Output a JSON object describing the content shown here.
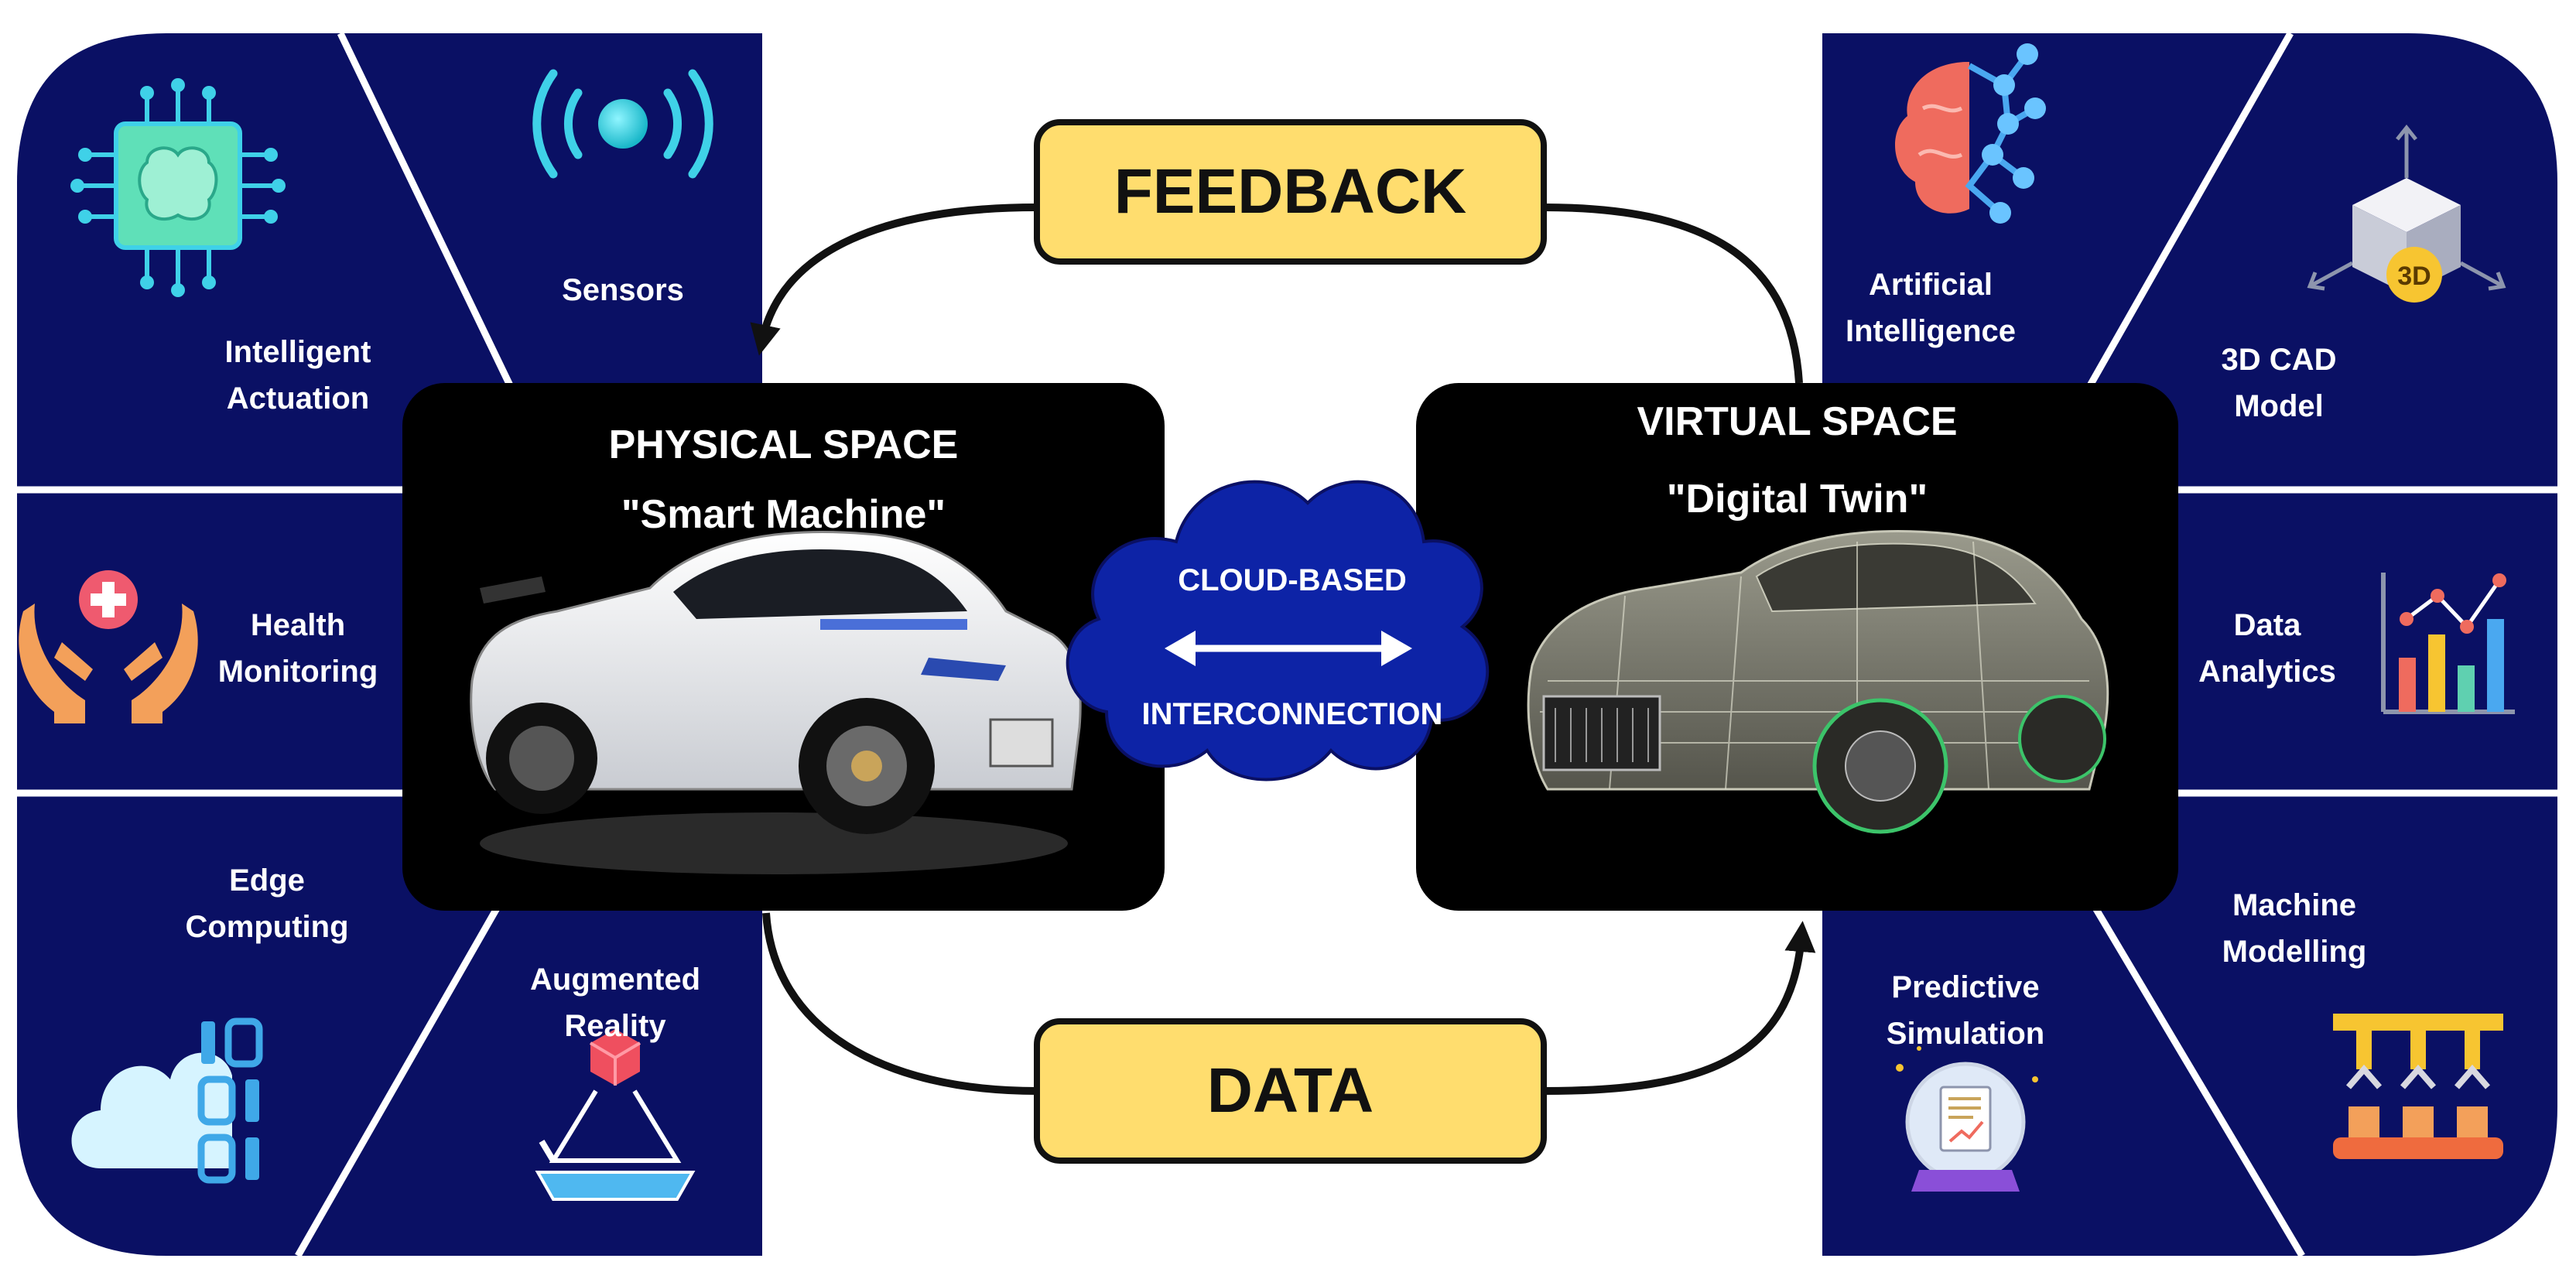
{
  "left_panel": {
    "items": [
      {
        "id": "intelligent-actuation",
        "label_line1": "Intelligent",
        "label_line2": "Actuation",
        "icon": "chip-brain-icon"
      },
      {
        "id": "sensors",
        "label_line1": "Sensors",
        "label_line2": "",
        "icon": "wireless-signal-icon"
      },
      {
        "id": "health-monitoring",
        "label_line1": "Health",
        "label_line2": "Monitoring",
        "icon": "hands-medical-icon"
      },
      {
        "id": "edge-computing",
        "label_line1": "Edge",
        "label_line2": "Computing",
        "icon": "cloud-binary-icon"
      },
      {
        "id": "augmented-reality",
        "label_line1": "Augmented",
        "label_line2": "Reality",
        "icon": "hologram-cube-icon"
      }
    ]
  },
  "right_panel": {
    "items": [
      {
        "id": "artificial-intelligence",
        "label_line1": "Artificial",
        "label_line2": "Intelligence",
        "icon": "brain-network-icon"
      },
      {
        "id": "3d-cad-model",
        "label_line1": "3D CAD",
        "label_line2": "Model",
        "icon": "3d-cube-icon"
      },
      {
        "id": "data-analytics",
        "label_line1": "Data",
        "label_line2": "Analytics",
        "icon": "bar-chart-icon"
      },
      {
        "id": "machine-modelling",
        "label_line1": "Machine",
        "label_line2": "Modelling",
        "icon": "robotic-arms-icon"
      },
      {
        "id": "predictive-simulation",
        "label_line1": "Predictive",
        "label_line2": "Simulation",
        "icon": "crystal-ball-report-icon"
      }
    ],
    "icon_badge_3d": "3D"
  },
  "physical_space": {
    "title": "PHYSICAL SPACE",
    "subtitle": "\"Smart Machine\""
  },
  "virtual_space": {
    "title": "VIRTUAL SPACE",
    "subtitle": "\"Digital Twin\""
  },
  "cloud": {
    "line1": "CLOUD-BASED",
    "line2": "INTERCONNECTION"
  },
  "feedback_label": "FEEDBACK",
  "data_label": "DATA",
  "colors": {
    "panel_navy": "#0a1064",
    "box_black": "#000000",
    "pill_yellow": "#ffdd6e",
    "cloud_blue": "#0d23a6",
    "divider": "#ffffff"
  }
}
